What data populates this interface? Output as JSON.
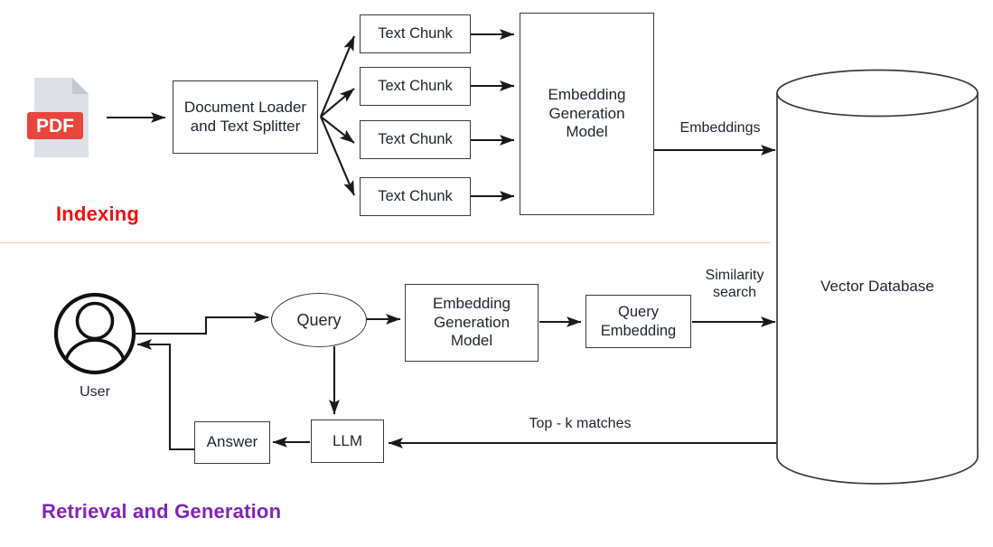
{
  "diagram": {
    "title": "RAG pipeline diagram",
    "sections": [
      {
        "id": "indexing",
        "label": "Indexing",
        "color": "#f40f0f"
      },
      {
        "id": "retrieval",
        "label": "Retrieval and Generation",
        "color": "#8323b5"
      }
    ],
    "indexing": {
      "source": {
        "icon": "pdf-file-icon",
        "badge": "PDF"
      },
      "splitter": {
        "label": "Document Loader and Text Splitter"
      },
      "chunks": [
        {
          "label": "Text Chunk"
        },
        {
          "label": "Text Chunk"
        },
        {
          "label": "Text Chunk"
        },
        {
          "label": "Text Chunk"
        }
      ],
      "embedding_model": {
        "label": "Embedding Generation Model"
      },
      "edge_label": "Embeddings"
    },
    "retrieval": {
      "user": {
        "icon": "user-avatar-icon",
        "label": "User"
      },
      "query": {
        "label": "Query"
      },
      "embedding_model": {
        "label": "Embedding Generation Model"
      },
      "query_embedding": {
        "label": "Query Embedding"
      },
      "similarity_edge": {
        "line1": "Similarity",
        "line2": "search"
      },
      "topk_edge": {
        "label": "Top - k matches"
      },
      "llm": {
        "label": "LLM"
      },
      "answer": {
        "label": "Answer"
      }
    },
    "database": {
      "label": "Vector Database",
      "shape": "cylinder"
    },
    "colors": {
      "stroke": "#3b3b3b",
      "text": "#1f2430",
      "pdf_red": "#e8453c",
      "pdf_paper": "#dde1e7",
      "divider": "#f6c9a8",
      "indexing_red": "#f40f0f",
      "retrieval_purple": "#8323b5"
    }
  }
}
